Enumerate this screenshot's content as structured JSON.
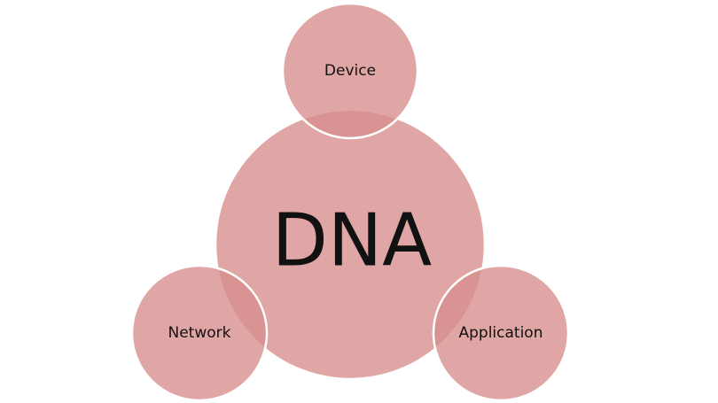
{
  "diagram": {
    "center": {
      "label": "DNA"
    },
    "satellites": [
      {
        "key": "device",
        "label": "Device"
      },
      {
        "key": "network",
        "label": "Network"
      },
      {
        "key": "application",
        "label": "Application"
      }
    ]
  },
  "colors": {
    "circle_fill": "#d88f8f",
    "stroke": "#ffffff",
    "text": "#111111"
  }
}
